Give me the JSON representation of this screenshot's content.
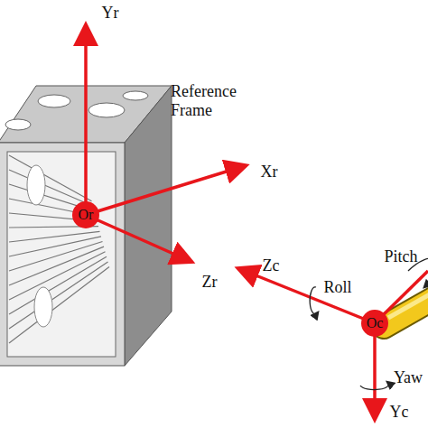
{
  "diagram": {
    "nodes": [
      {
        "text": [
          "Or"
        ]
      },
      {
        "text": [
          "Oc"
        ]
      }
    ],
    "labels": [
      "Yr",
      "Reference Frame",
      "Xr",
      "Zr",
      "Zc",
      "Pitch",
      "Roll",
      "Yaw",
      "Yc"
    ]
  }
}
